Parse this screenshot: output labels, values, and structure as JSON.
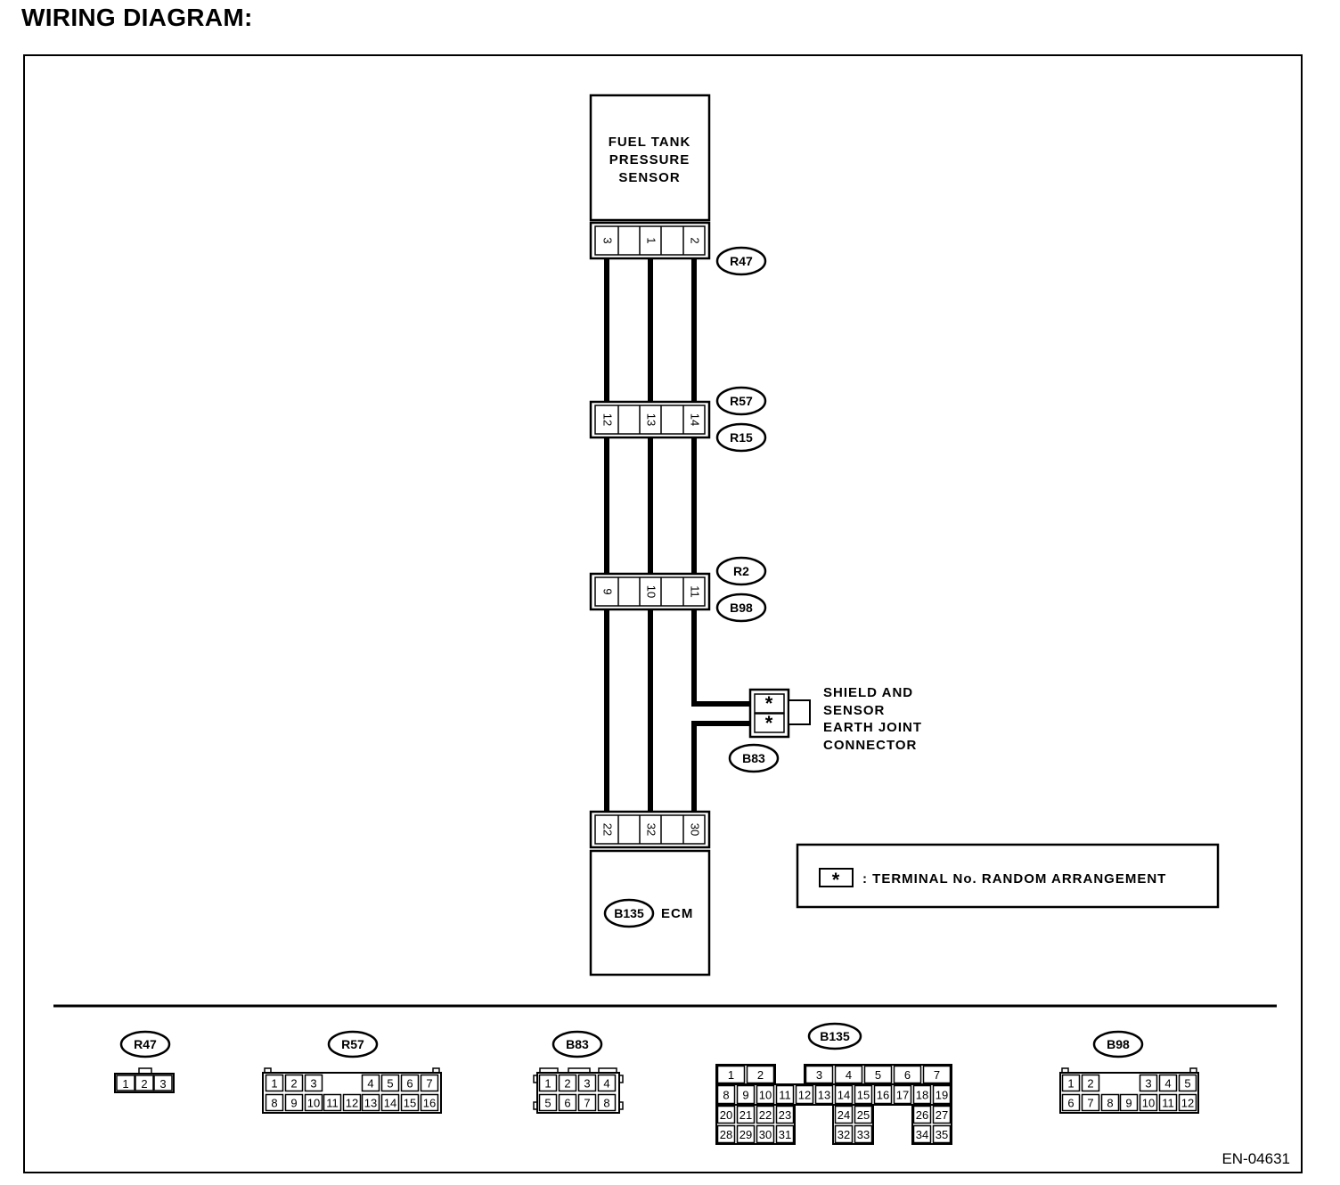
{
  "title": "WIRING DIAGRAM:",
  "figure_id": "EN-04631",
  "sensor": {
    "lines": [
      "FUEL TANK",
      "PRESSURE",
      "SENSOR"
    ]
  },
  "ecm": {
    "connector": "B135",
    "label": "ECM"
  },
  "connectors": {
    "r47": {
      "id": "R47",
      "pins": [
        "3",
        "1",
        "2"
      ]
    },
    "r57_r15": {
      "ids": [
        "R57",
        "R15"
      ],
      "pins": [
        "12",
        "13",
        "14"
      ]
    },
    "r2_b98": {
      "ids": [
        "R2",
        "B98"
      ],
      "pins": [
        "9",
        "10",
        "11"
      ]
    },
    "ecm": {
      "pins": [
        "22",
        "32",
        "30"
      ]
    }
  },
  "joint": {
    "id": "B83",
    "marks": [
      "*",
      "*"
    ],
    "lines": [
      "SHIELD AND",
      "SENSOR",
      "EARTH JOINT",
      "CONNECTOR"
    ]
  },
  "legend": {
    "symbol": "*",
    "text": ": TERMINAL No. RANDOM ARRANGEMENT"
  },
  "connector_views": [
    {
      "id": "R47",
      "pins": [
        "1",
        "2",
        "3"
      ]
    },
    {
      "id": "R57",
      "pins": [
        "1",
        "2",
        "3",
        "4",
        "5",
        "6",
        "7",
        "8",
        "9",
        "10",
        "11",
        "12",
        "13",
        "14",
        "15",
        "16"
      ]
    },
    {
      "id": "B83",
      "pins": [
        "1",
        "2",
        "3",
        "4",
        "5",
        "6",
        "7",
        "8"
      ]
    },
    {
      "id": "B135",
      "pins": [
        "1",
        "2",
        "3",
        "4",
        "5",
        "6",
        "7",
        "8",
        "9",
        "10",
        "11",
        "12",
        "13",
        "14",
        "15",
        "16",
        "17",
        "18",
        "19",
        "20",
        "21",
        "22",
        "23",
        "24",
        "25",
        "26",
        "27",
        "28",
        "29",
        "30",
        "31",
        "32",
        "33",
        "34",
        "35"
      ]
    },
    {
      "id": "B98",
      "pins": [
        "1",
        "2",
        "3",
        "4",
        "5",
        "6",
        "7",
        "8",
        "9",
        "10",
        "11",
        "12"
      ]
    }
  ]
}
